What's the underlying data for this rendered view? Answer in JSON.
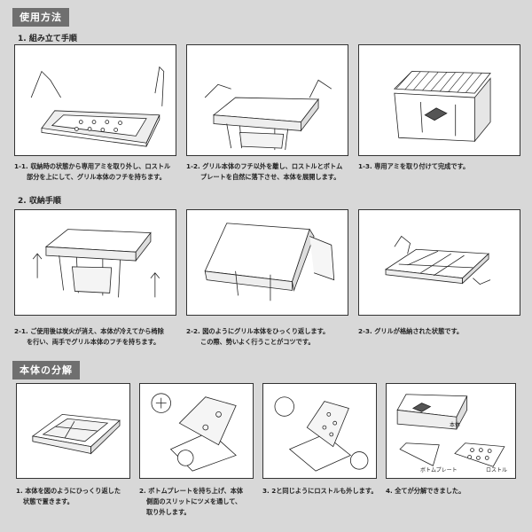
{
  "title": "使用方法",
  "assembly": {
    "heading": "1. 組み立て手順",
    "steps": [
      {
        "line1": "1-1. 収納時の状態から専用アミを取り外し、ロストル",
        "line2": "部分を上にして、グリル本体のフチを持ちます。"
      },
      {
        "line1": "1-2. グリル本体のフチ以外を離し、ロストルとボトム",
        "line2": "プレートを自然に落下させ、本体を展開します。"
      },
      {
        "line1": "1-3. 専用アミを取り付けて完成です。",
        "line2": ""
      }
    ]
  },
  "storage": {
    "heading": "2. 収納手順",
    "steps": [
      {
        "line1": "2-1. ご使用後は炭火が消え、本体が冷えてから椅除",
        "line2": "を行い、両手でグリル本体のフチを持ちます。"
      },
      {
        "line1": "2-2. 図のようにグリル本体をひっくり返します。",
        "line2": "この際、勢いよく行うことがコツです。"
      },
      {
        "line1": "2-3. グリルが格納された状態です。",
        "line2": ""
      }
    ]
  },
  "disassembly": {
    "title": "本体の分解",
    "steps": [
      {
        "line1": "1. 本体を図のようにひっくり返した",
        "line2": "状態で置きます。",
        "line3": ""
      },
      {
        "line1": "2. ボトムプレートを持ち上げ、本体",
        "line2": "側面のスリットにツメを通して、",
        "line3": "取り外します。"
      },
      {
        "line1": "3. 2と同じようにロストルも外します。",
        "line2": "",
        "line3": ""
      },
      {
        "line1": "4. 全てが分解できました。",
        "line2": "",
        "line3": ""
      }
    ],
    "parts_labels": {
      "body": "本体",
      "bottom_plate": "ボトムプレート",
      "rostle": "ロストル"
    }
  }
}
